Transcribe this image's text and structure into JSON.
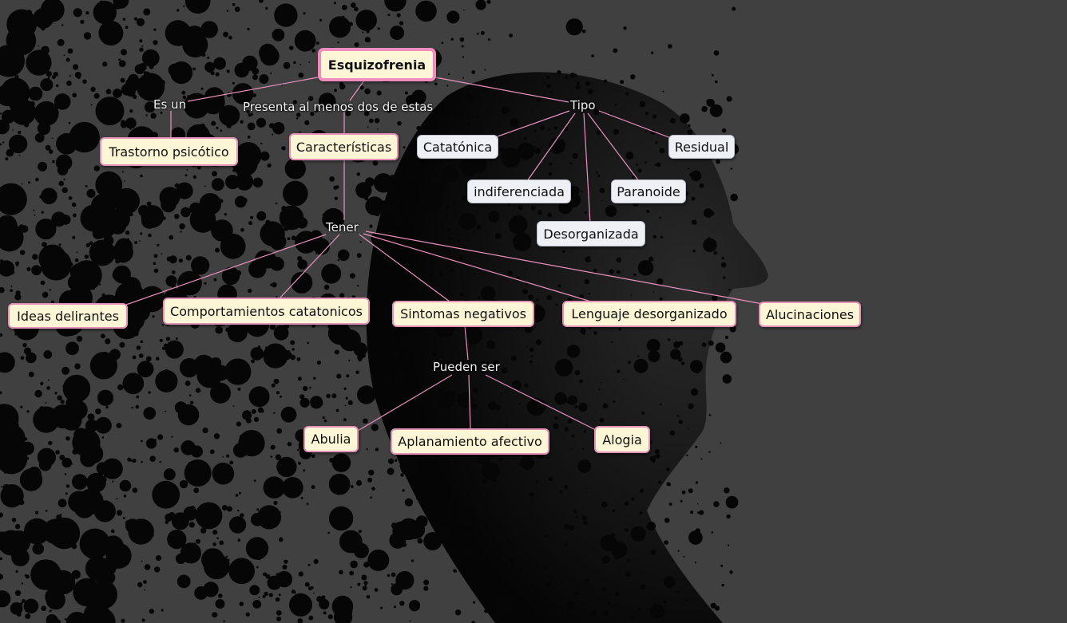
{
  "map": {
    "root": "Esquizofrenia",
    "links": {
      "es_un": "Es un",
      "presenta": "Presenta al menos dos de estas",
      "tipo": "Tipo",
      "tener": "Tener",
      "pueden_ser": "Pueden ser"
    },
    "nodes": {
      "trastorno": "Trastorno psicótico",
      "caracteristicas": "Características",
      "catatonica": "Catatónica",
      "residual": "Residual",
      "indiferenciada": "indiferenciada",
      "paranoide": "Paranoide",
      "desorganizada": "Desorganizada",
      "ideas": "Ideas delirantes",
      "comportamientos": "Comportamientos catatonicos",
      "sintomas": "Sintomas negativos",
      "lenguaje": "Lenguaje desorganizado",
      "alucinaciones": "Alucinaciones",
      "abulia": "Abulia",
      "aplanamiento": "Aplanamiento afectivo",
      "alogia": "Alogia"
    }
  },
  "colors": {
    "background": "#404040",
    "connector": "#e892bd",
    "node_fill": "#fdf6d6",
    "node_border": "#e592b8",
    "type_node_fill": "#eef0f6"
  },
  "background_image": "screaming-man-silhouette-dispersing-into-particles"
}
